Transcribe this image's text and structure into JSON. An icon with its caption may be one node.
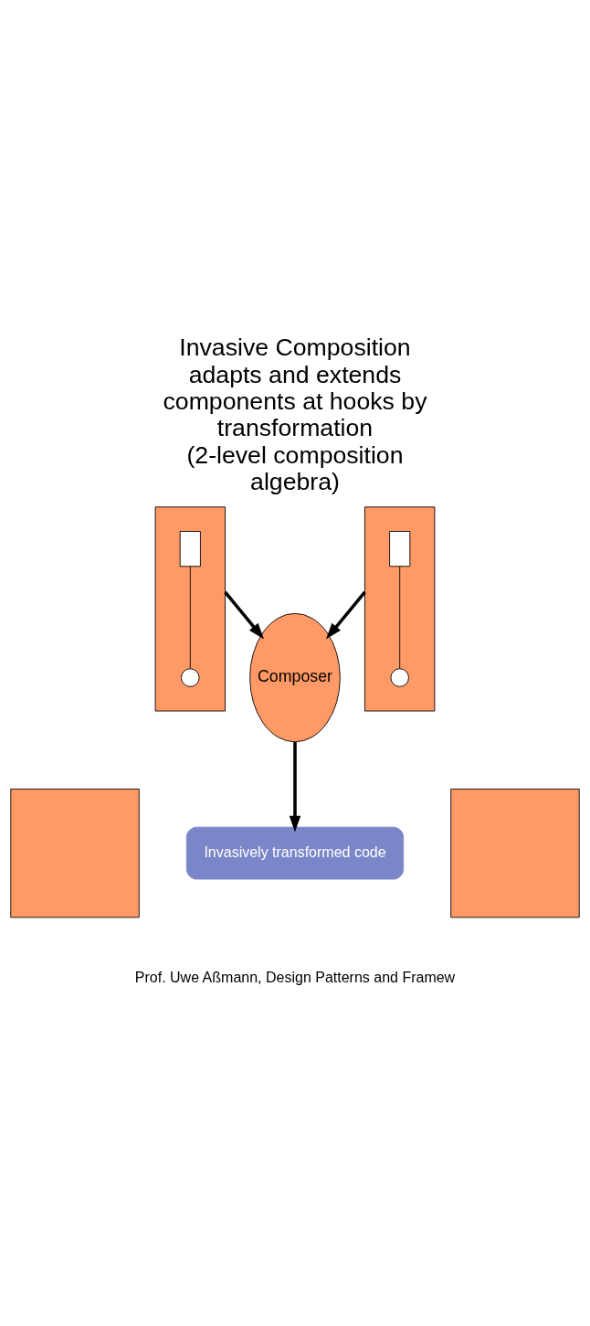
{
  "diagram": {
    "title": "Invasive Composition adapts and extends components at hooks by transformation (2-level composition algebra)",
    "nodes": [
      {
        "text": [],
        "shape": "box"
      },
      {
        "text": [],
        "shape": "box",
        "in": 0
      },
      {
        "text": [],
        "shape": "circle",
        "in": 0
      },
      {
        "text": [],
        "shape": "box"
      },
      {
        "text": [],
        "shape": "box",
        "in": 3
      },
      {
        "text": [],
        "shape": "circle",
        "in": 3
      },
      {
        "text": [
          "Composer"
        ]
      },
      {
        "text": [],
        "shape": "box"
      },
      {
        "text": [],
        "shape": "box"
      },
      {
        "text": [
          "Invasively transformed code"
        ]
      }
    ],
    "edges": [
      {
        "from": 1,
        "to": 2,
        "arrow": "none"
      },
      {
        "from": 4,
        "to": 5,
        "arrow": "none"
      },
      {
        "from": 0,
        "to": 6,
        "arrow": "to"
      },
      {
        "from": 3,
        "to": 6,
        "arrow": "to"
      },
      {
        "from": 6,
        "to": 9,
        "arrow": "to"
      }
    ],
    "labels": [
      "Prof. Uwe Aßmann, Design Patterns and Framew"
    ]
  }
}
